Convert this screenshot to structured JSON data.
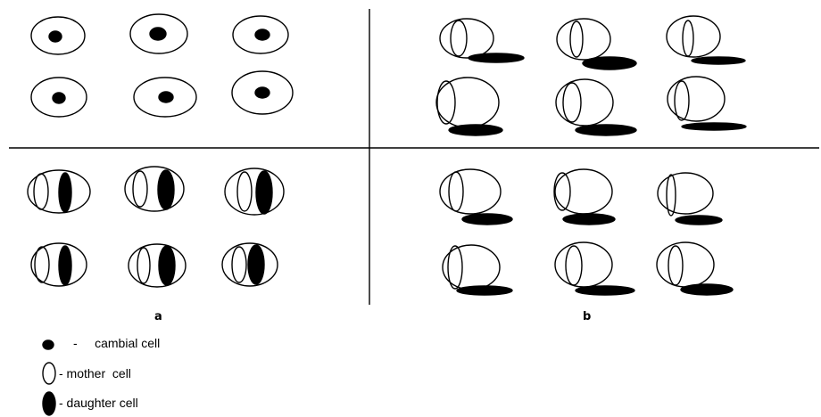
{
  "panels": {
    "a": "a",
    "b": "b"
  },
  "legend": {
    "cambial": "-     cambial cell",
    "mother": "- mother  cell",
    "daughter": "- daughter cell"
  },
  "colors": {
    "ink": "#000000",
    "background": "#ffffff"
  }
}
